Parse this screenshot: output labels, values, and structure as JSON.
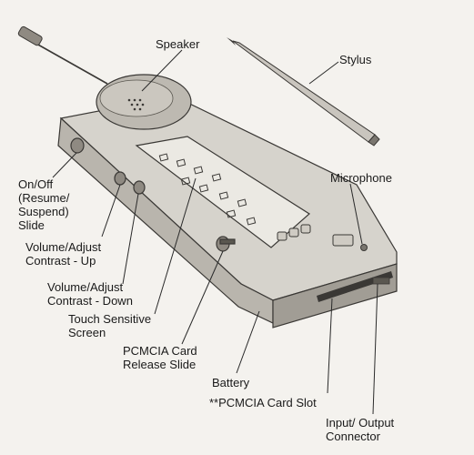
{
  "labels": {
    "speaker": [
      "Speaker"
    ],
    "stylus": [
      "Stylus"
    ],
    "microphone": [
      "Microphone"
    ],
    "on_off": [
      "On/Off",
      "(Resume/",
      "Suspend)",
      "Slide"
    ],
    "volume_up": [
      "Volume/Adjust",
      "Contrast - Up"
    ],
    "volume_down": [
      "Volume/Adjust",
      "Contrast - Down"
    ],
    "touch_screen": [
      "Touch Sensitive",
      "Screen"
    ],
    "pcmcia_release": [
      "PCMCIA Card",
      "Release Slide"
    ],
    "battery": [
      "Battery"
    ],
    "pcmcia_slot": [
      "**PCMCIA Card Slot"
    ],
    "io_connector": [
      "Input/ Output",
      "Connector"
    ]
  },
  "colors": {
    "device_top": "#d6d3cc",
    "device_side": "#b9b5ad",
    "device_front": "#a19d95",
    "screen": "#ebe9e3",
    "outline": "#3a3835",
    "leader": "#2a2a2a"
  }
}
